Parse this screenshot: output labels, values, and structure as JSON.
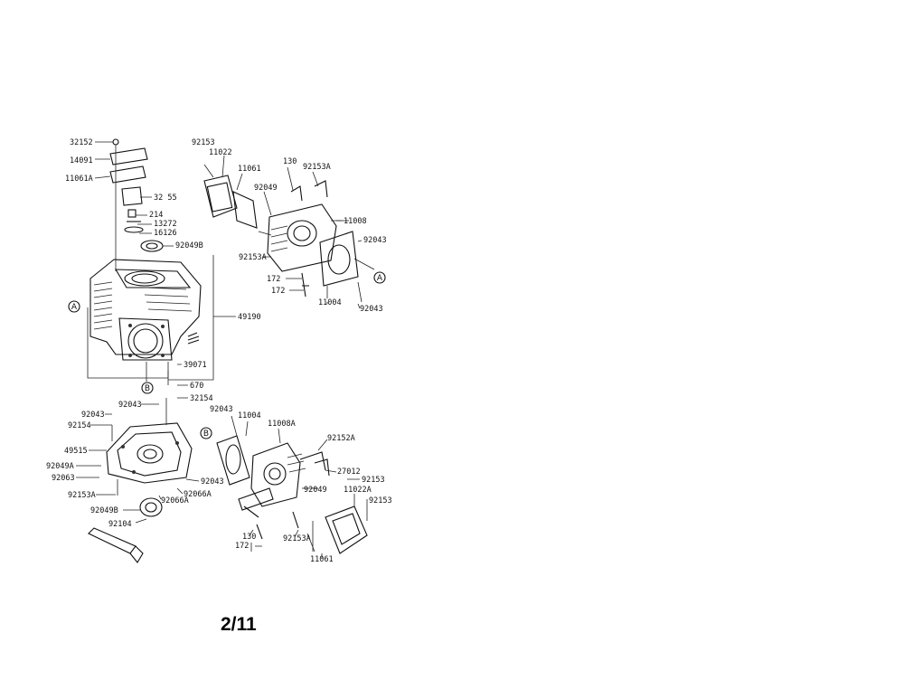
{
  "page": {
    "number": "2/11"
  },
  "callouts": {
    "a_top": "A",
    "b_top": "B",
    "a_right": "A",
    "b_bottom": "B"
  },
  "labels": {
    "p32152": "32152",
    "p14091": "14091",
    "p11061A": "11061A",
    "p32155": "32 55",
    "p214": "214",
    "p13272": "13272",
    "p16126": "16126",
    "p92049B": "92049B",
    "p49190": "49190",
    "p39071": "39071",
    "p670": "670",
    "p92153_top": "92153",
    "p11022": "11022",
    "p11061": "11061",
    "p130_top": "130",
    "p92153A_top": "92153A",
    "p92049_top": "92049",
    "p11008": "11008",
    "p92043_r1": "92043",
    "p92153A_left": "92153A",
    "p172_a": "172",
    "p172_b": "172",
    "p11004": "11004",
    "p92043_r2": "92043",
    "p92043_c": "92043",
    "p32154": "32154",
    "p92043_b": "92043",
    "p92154": "92154",
    "p49515": "49515",
    "p92049A": "92049A",
    "p92063": "92063",
    "p92153A_low": "92153A",
    "p92043_mid": "92043",
    "p92066A": "92066A",
    "p92066": "92066A",
    "p92049B_low": "92049B",
    "p92104": "92104",
    "p92043_bl": "92043",
    "p11004_b": "11004",
    "p11008A": "11008A",
    "p92152A": "92152A",
    "p27012": "27012",
    "p92153_b": "92153",
    "p92049_b": "92049",
    "p11022A": "11022A",
    "p92153_b2": "92153",
    "p130_b": "130",
    "p172_c": "172",
    "p92153A_b": "92153A",
    "p11061_b": "11061"
  }
}
